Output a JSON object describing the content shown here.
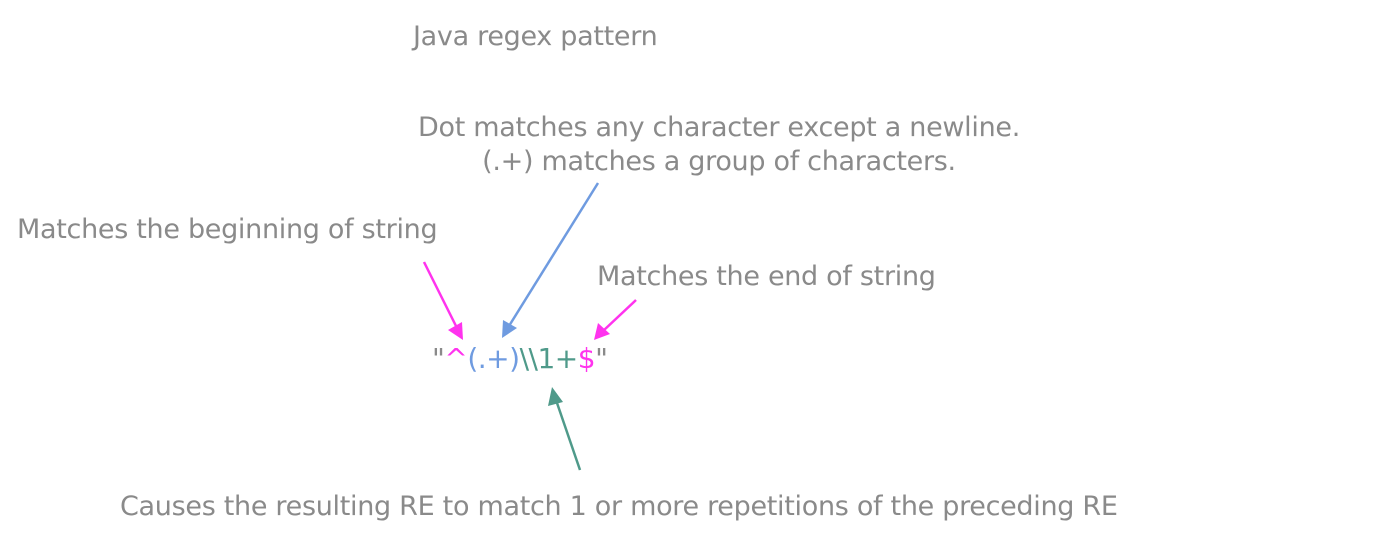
{
  "title": "Java regex pattern",
  "annotations": {
    "dot_line1": "Dot matches any character except a newline.",
    "dot_line2": "(.+) matches a group of characters.",
    "begin": "Matches the beginning of string",
    "end": "Matches the end of string",
    "repeat": "Causes the resulting RE to match 1 or more repetitions of the preceding RE"
  },
  "regex": {
    "open_quote": "\"",
    "caret": "^",
    "group": "(.+)",
    "backref": "\\\\1",
    "plus": "+",
    "dollar": "$",
    "close_quote": "\""
  },
  "colors": {
    "text": "#8a8a8a",
    "anchor": "#ff33ee",
    "group": "#6f9be0",
    "backref": "#4f9a8a"
  }
}
